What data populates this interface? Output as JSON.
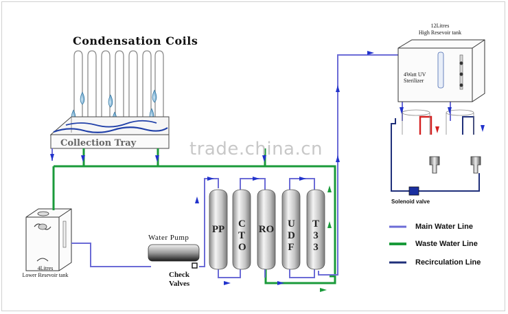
{
  "title": "Condensation Coils",
  "collection_tray_label": "Collection Tray",
  "high_tank": {
    "capacity": "12Litres",
    "name": "High Resevoir tank"
  },
  "uv": {
    "line1": "4Watt UV",
    "line2": "Sterilizer"
  },
  "low_tank": {
    "capacity": "4Litres",
    "name": "Lower Resevoir tank"
  },
  "pump_label": "Water Pump",
  "check_valves": {
    "line1": "Check",
    "line2": "Valves"
  },
  "solenoid_label": "Solenoid valve",
  "filters": [
    "PP",
    "CTO",
    "RO",
    "UDF",
    "T33"
  ],
  "legend": [
    {
      "label": "Main Water Line",
      "color": "#6b6bd6"
    },
    {
      "label": "Waste Water Line",
      "color": "#1a9a3a"
    },
    {
      "label": "Recirculation Line",
      "color": "#1f2f7a"
    }
  ],
  "colors": {
    "main": "#6b6bd6",
    "waste": "#1a9a3a",
    "recirc": "#1f2f7a",
    "hot": "#d42020",
    "arrow": "#2233cc"
  },
  "watermark": "trade.china.cn"
}
